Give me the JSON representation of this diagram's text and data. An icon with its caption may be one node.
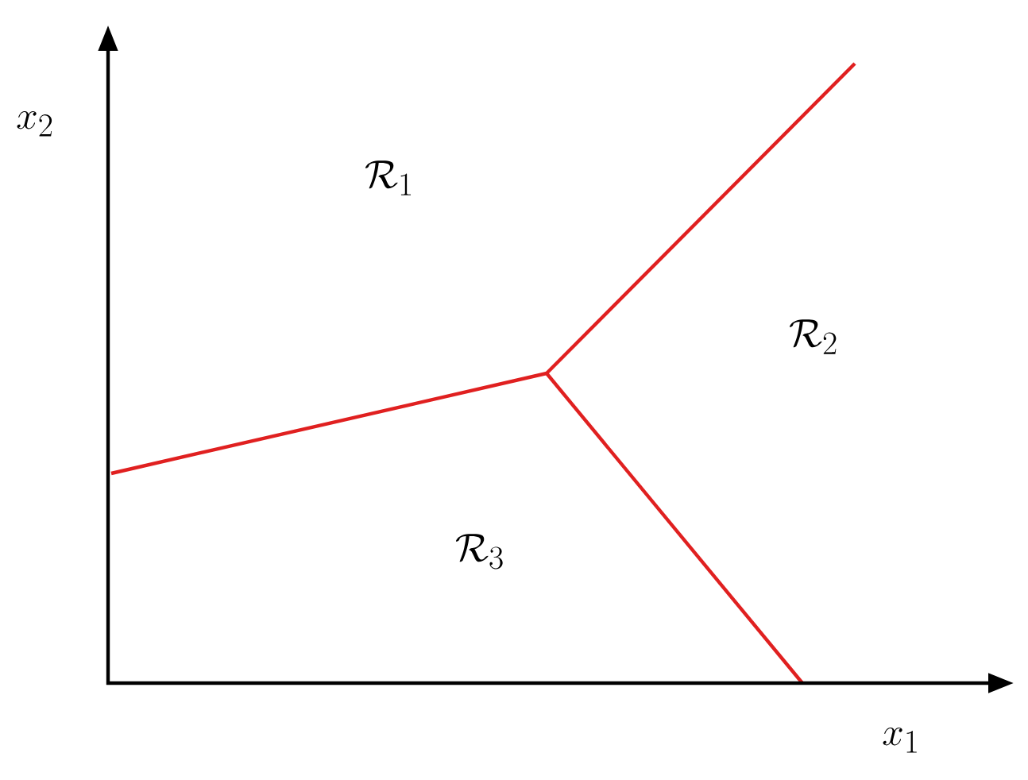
{
  "diagram": {
    "labels": [
      "x_2",
      "\\mathcal{R}_1",
      "\\mathcal{R}_2",
      "\\mathcal{R}_3",
      "x_1"
    ]
  }
}
